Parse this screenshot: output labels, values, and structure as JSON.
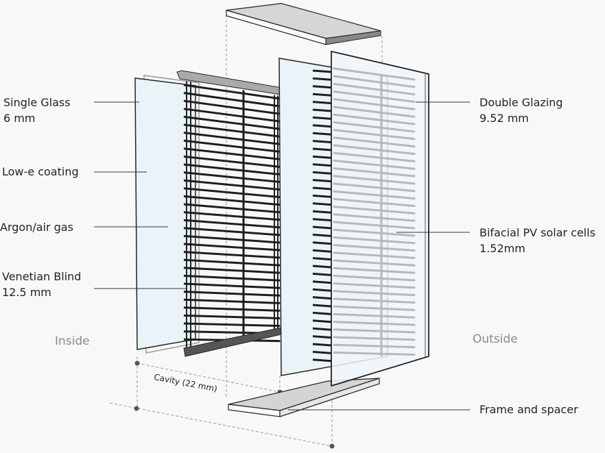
{
  "labels": {
    "single_glass": {
      "title": "Single Glass",
      "value": "6 mm"
    },
    "low_e": {
      "title": "Low-e coating"
    },
    "argon": {
      "title": "Argon/air gas"
    },
    "blind": {
      "title": "Venetian Blind",
      "value": "12.5 mm"
    },
    "double_glazing": {
      "title": "Double Glazing",
      "value": "9.52 mm"
    },
    "pv": {
      "title": "Bifacial PV solar cells",
      "value": "1.52mm"
    },
    "frame": {
      "title": "Frame and spacer"
    },
    "cavity": "Cavity (22 mm)",
    "inside": "Inside",
    "outside": "Outside"
  },
  "colors": {
    "glass": "#eaf4f8",
    "frame": "#d4d4d4",
    "blind": "#1e1e1e",
    "pv_stripes": "#b8b8b8"
  }
}
